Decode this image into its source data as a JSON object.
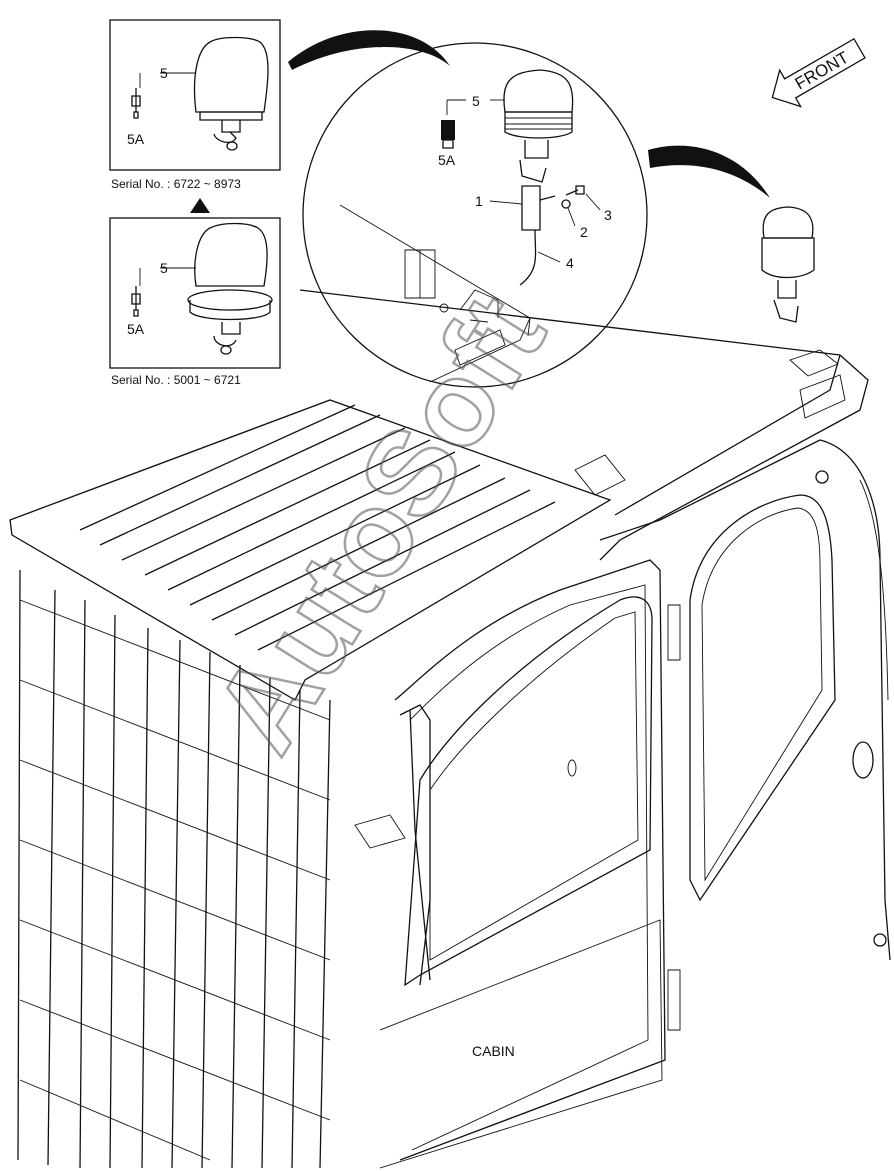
{
  "inset_top": {
    "serial_text": "Serial No. : 6722 ~ 8973",
    "label_main": "5",
    "label_sub": "5A"
  },
  "inset_bottom": {
    "serial_text": "Serial No. : 5001 ~ 6721",
    "label_main": "5",
    "label_sub": "5A"
  },
  "detail_circle": {
    "labels": {
      "beacon": "5",
      "bulb": "5A",
      "bracket": "1",
      "washer": "2",
      "bolt": "3",
      "cable": "4"
    }
  },
  "direction_arrow": {
    "text": "FRONT"
  },
  "cabin_label": "CABIN",
  "watermark": "AutoSoft",
  "icons": [
    "beacon-lamp-icon",
    "bulb-icon",
    "triangle-up-icon",
    "front-arrow-icon"
  ]
}
